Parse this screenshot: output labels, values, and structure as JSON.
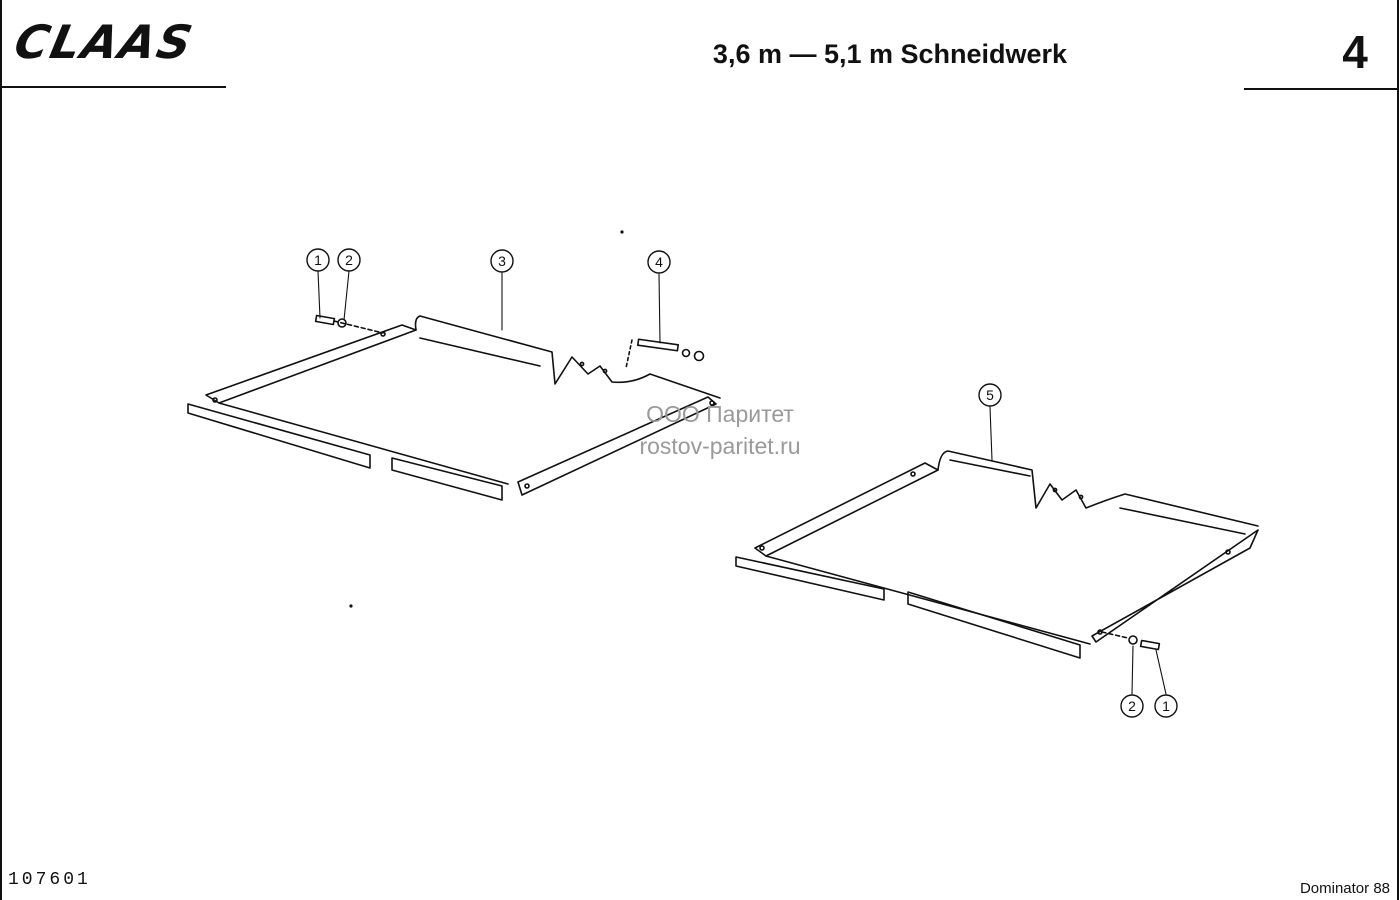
{
  "header": {
    "logo": "CLAAS",
    "title": "3,6 m — 5,1 m Schneidwerk",
    "section_number": "4"
  },
  "watermark": {
    "line1": "ООО Паритет",
    "line2": "rostov-paritet.ru"
  },
  "footer": {
    "drawing_number": "107601",
    "model": "Dominator 88"
  },
  "callouts": {
    "left_bolt": "1",
    "left_washer": "2",
    "left_plate": "3",
    "left_bolt_nut": "4",
    "right_plate": "5",
    "right_washer": "2",
    "right_bolt": "1"
  }
}
